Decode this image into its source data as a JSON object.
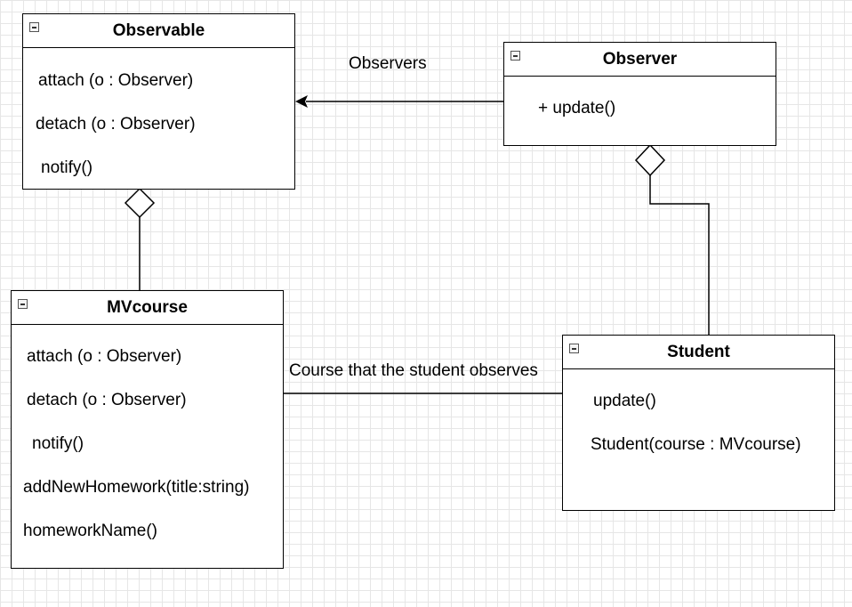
{
  "diagram": {
    "classes": {
      "observable": {
        "name": "Observable",
        "operations": [
          "attach (o : Observer)",
          "detach (o : Observer)",
          "notify()"
        ]
      },
      "observer": {
        "name": "Observer",
        "operations": [
          "+ update()"
        ]
      },
      "mvcourse": {
        "name": "MVcourse",
        "operations": [
          "attach (o : Observer)",
          "detach (o : Observer)",
          "notify()",
          "addNewHomework(title:string)",
          "homeworkName()"
        ]
      },
      "student": {
        "name": "Student",
        "operations": [
          "update()",
          "Student(course : MVcourse)"
        ]
      }
    },
    "relations": {
      "observer_to_observable": {
        "kind": "association-arrow",
        "label": "Observers"
      },
      "mvcourse_to_observable": {
        "kind": "aggregation"
      },
      "student_to_observer": {
        "kind": "aggregation"
      },
      "mvcourse_student": {
        "kind": "association",
        "label": "Course that the student observes"
      }
    }
  }
}
